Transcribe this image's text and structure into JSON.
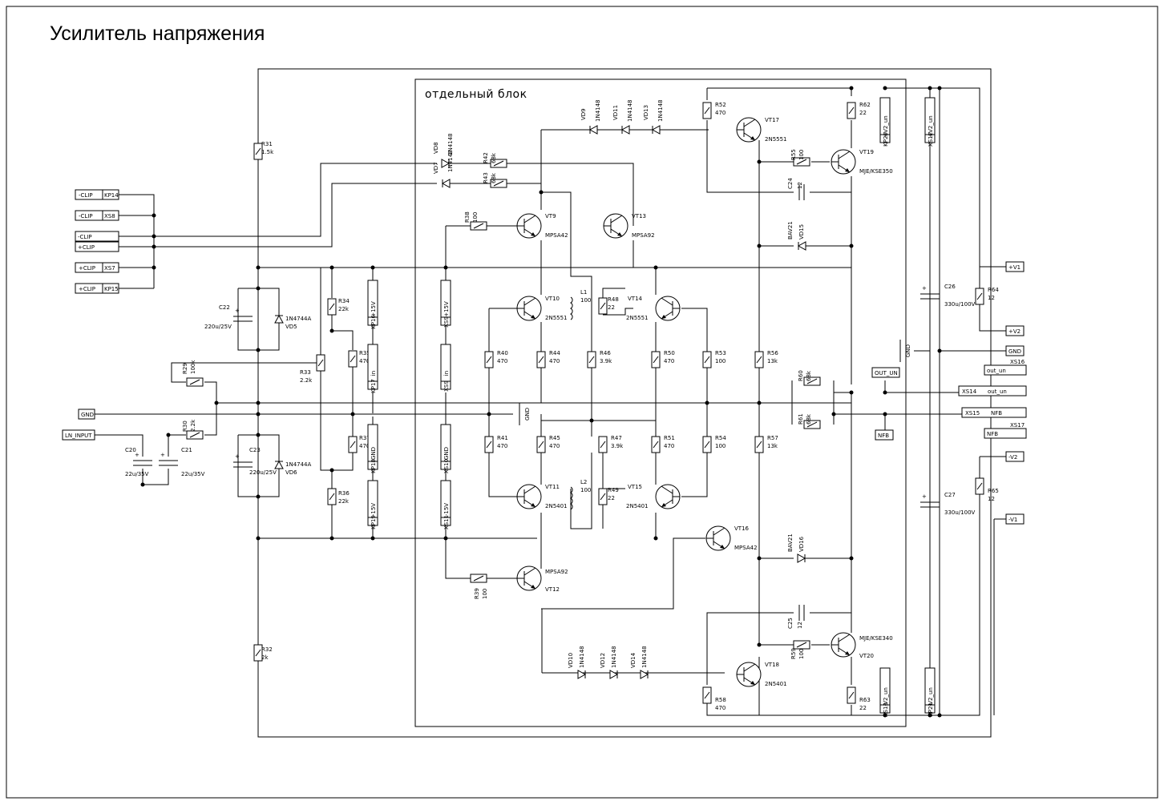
{
  "title": "Усилитель напряжения",
  "block_label": "отдельный блок",
  "ports": [
    {
      "label": "-CLIP",
      "ref": "KP14"
    },
    {
      "label": "-CLIP",
      "ref": "XS8"
    },
    {
      "label": "-CLIP",
      "ref": ""
    },
    {
      "label": "+CLIP",
      "ref": ""
    },
    {
      "label": "+CLIP",
      "ref": "XS7"
    },
    {
      "label": "+CLIP",
      "ref": "KP15"
    },
    {
      "label": "GND",
      "ref": ""
    },
    {
      "label": "LN_INPUT",
      "ref": ""
    },
    {
      "label": "+V1",
      "ref": ""
    },
    {
      "label": "+V2",
      "ref": ""
    },
    {
      "label": "GND",
      "ref": ""
    },
    {
      "label": "-V2",
      "ref": ""
    },
    {
      "label": "-V1",
      "ref": ""
    },
    {
      "label": "OUT_UN",
      "ref": ""
    },
    {
      "label": "NFB",
      "ref": ""
    },
    {
      "label": "out_un",
      "ref": "XS16"
    },
    {
      "label": "out_un",
      "ref": "XS14"
    },
    {
      "label": "NFB",
      "ref": "XS15"
    },
    {
      "label": "NFB",
      "ref": "XS17"
    }
  ],
  "connectors": [
    {
      "label": "+15V",
      "ref": "KP16"
    },
    {
      "label": "+15V",
      "ref": "XS9"
    },
    {
      "label": "in",
      "ref": "KP17"
    },
    {
      "label": "in",
      "ref": "XS9"
    },
    {
      "label": "GND",
      "ref": "KP18"
    },
    {
      "label": "GND",
      "ref": "XS10"
    },
    {
      "label": "-15V",
      "ref": "KP19"
    },
    {
      "label": "-15V",
      "ref": "XS11"
    },
    {
      "label": "+V2_un",
      "ref": "KP20"
    },
    {
      "label": "+V2_un",
      "ref": "XS12"
    },
    {
      "label": "-V2_un",
      "ref": "KP21"
    },
    {
      "label": "-V2_un",
      "ref": "XS13"
    }
  ],
  "resistors": [
    {
      "ref": "R31",
      "value": "1.5k"
    },
    {
      "ref": "R32",
      "value": "2k"
    },
    {
      "ref": "R29",
      "value": "100k"
    },
    {
      "ref": "R30",
      "value": "2.2k"
    },
    {
      "ref": "R33",
      "value": "2.2k"
    },
    {
      "ref": "R34",
      "value": "22k"
    },
    {
      "ref": "R35",
      "value": "470"
    },
    {
      "ref": "R36",
      "value": "22k"
    },
    {
      "ref": "R37",
      "value": "470"
    },
    {
      "ref": "R38",
      "value": "100"
    },
    {
      "ref": "R39",
      "value": "100"
    },
    {
      "ref": "R40",
      "value": "470"
    },
    {
      "ref": "R41",
      "value": "470"
    },
    {
      "ref": "R42",
      "value": "68k"
    },
    {
      "ref": "R43",
      "value": "68k"
    },
    {
      "ref": "R44",
      "value": "470"
    },
    {
      "ref": "R45",
      "value": "470"
    },
    {
      "ref": "R46",
      "value": "3.9k"
    },
    {
      "ref": "R47",
      "value": "3.9k"
    },
    {
      "ref": "R48",
      "value": "22"
    },
    {
      "ref": "R49",
      "value": "22"
    },
    {
      "ref": "R50",
      "value": "470"
    },
    {
      "ref": "R51",
      "value": "470"
    },
    {
      "ref": "R52",
      "value": "470"
    },
    {
      "ref": "R53",
      "value": "100"
    },
    {
      "ref": "R54",
      "value": "100"
    },
    {
      "ref": "R55",
      "value": "100"
    },
    {
      "ref": "R56",
      "value": "13k"
    },
    {
      "ref": "R57",
      "value": "13k"
    },
    {
      "ref": "R58",
      "value": "470"
    },
    {
      "ref": "R59",
      "value": "100"
    },
    {
      "ref": "R60",
      "value": "68k"
    },
    {
      "ref": "R61",
      "value": "68k"
    },
    {
      "ref": "R62",
      "value": "22"
    },
    {
      "ref": "R63",
      "value": "22"
    },
    {
      "ref": "R64",
      "value": "12"
    },
    {
      "ref": "R65",
      "value": "12"
    }
  ],
  "capacitors": [
    {
      "ref": "C20",
      "value": "22u/35V"
    },
    {
      "ref": "C21",
      "value": "22u/35V"
    },
    {
      "ref": "C22",
      "value": "220u/25V"
    },
    {
      "ref": "C23",
      "value": "220u/25V"
    },
    {
      "ref": "C24",
      "value": "12"
    },
    {
      "ref": "C25",
      "value": "12"
    },
    {
      "ref": "C26",
      "value": "330u/100V"
    },
    {
      "ref": "C27",
      "value": "330u/100V"
    }
  ],
  "diodes": [
    {
      "ref": "VD5",
      "part": "1N4744A"
    },
    {
      "ref": "VD6",
      "part": "1N4744A"
    },
    {
      "ref": "VD7",
      "part": "1N4148"
    },
    {
      "ref": "VD8",
      "part": "1N4148"
    },
    {
      "ref": "VD9",
      "part": "1N4148"
    },
    {
      "ref": "VD10",
      "part": "1N4148"
    },
    {
      "ref": "VD11",
      "part": "1N4148"
    },
    {
      "ref": "VD12",
      "part": "1N4148"
    },
    {
      "ref": "VD13",
      "part": "1N4148"
    },
    {
      "ref": "VD14",
      "part": "1N4148"
    },
    {
      "ref": "VD15",
      "part": "BAV21"
    },
    {
      "ref": "VD16",
      "part": "BAV21"
    }
  ],
  "inductors": [
    {
      "ref": "L1",
      "value": "100"
    },
    {
      "ref": "L2",
      "value": "100"
    }
  ],
  "transistors": [
    {
      "ref": "VT9",
      "part": "MPSA42"
    },
    {
      "ref": "VT10",
      "part": "2N5551"
    },
    {
      "ref": "VT11",
      "part": "2N5401"
    },
    {
      "ref": "VT12",
      "part": "MPSA92"
    },
    {
      "ref": "VT13",
      "part": "MPSA92"
    },
    {
      "ref": "VT14",
      "part": "2N5551"
    },
    {
      "ref": "VT15",
      "part": "2N5401"
    },
    {
      "ref": "VT16",
      "part": "MPSA42"
    },
    {
      "ref": "VT17",
      "part": "2N5551"
    },
    {
      "ref": "VT18",
      "part": "2N5401"
    },
    {
      "ref": "VT19",
      "part": "MJE/KSE350"
    },
    {
      "ref": "VT20",
      "part": "MJE/KSE340"
    }
  ],
  "gnd_labels": [
    "GND",
    "GND"
  ]
}
